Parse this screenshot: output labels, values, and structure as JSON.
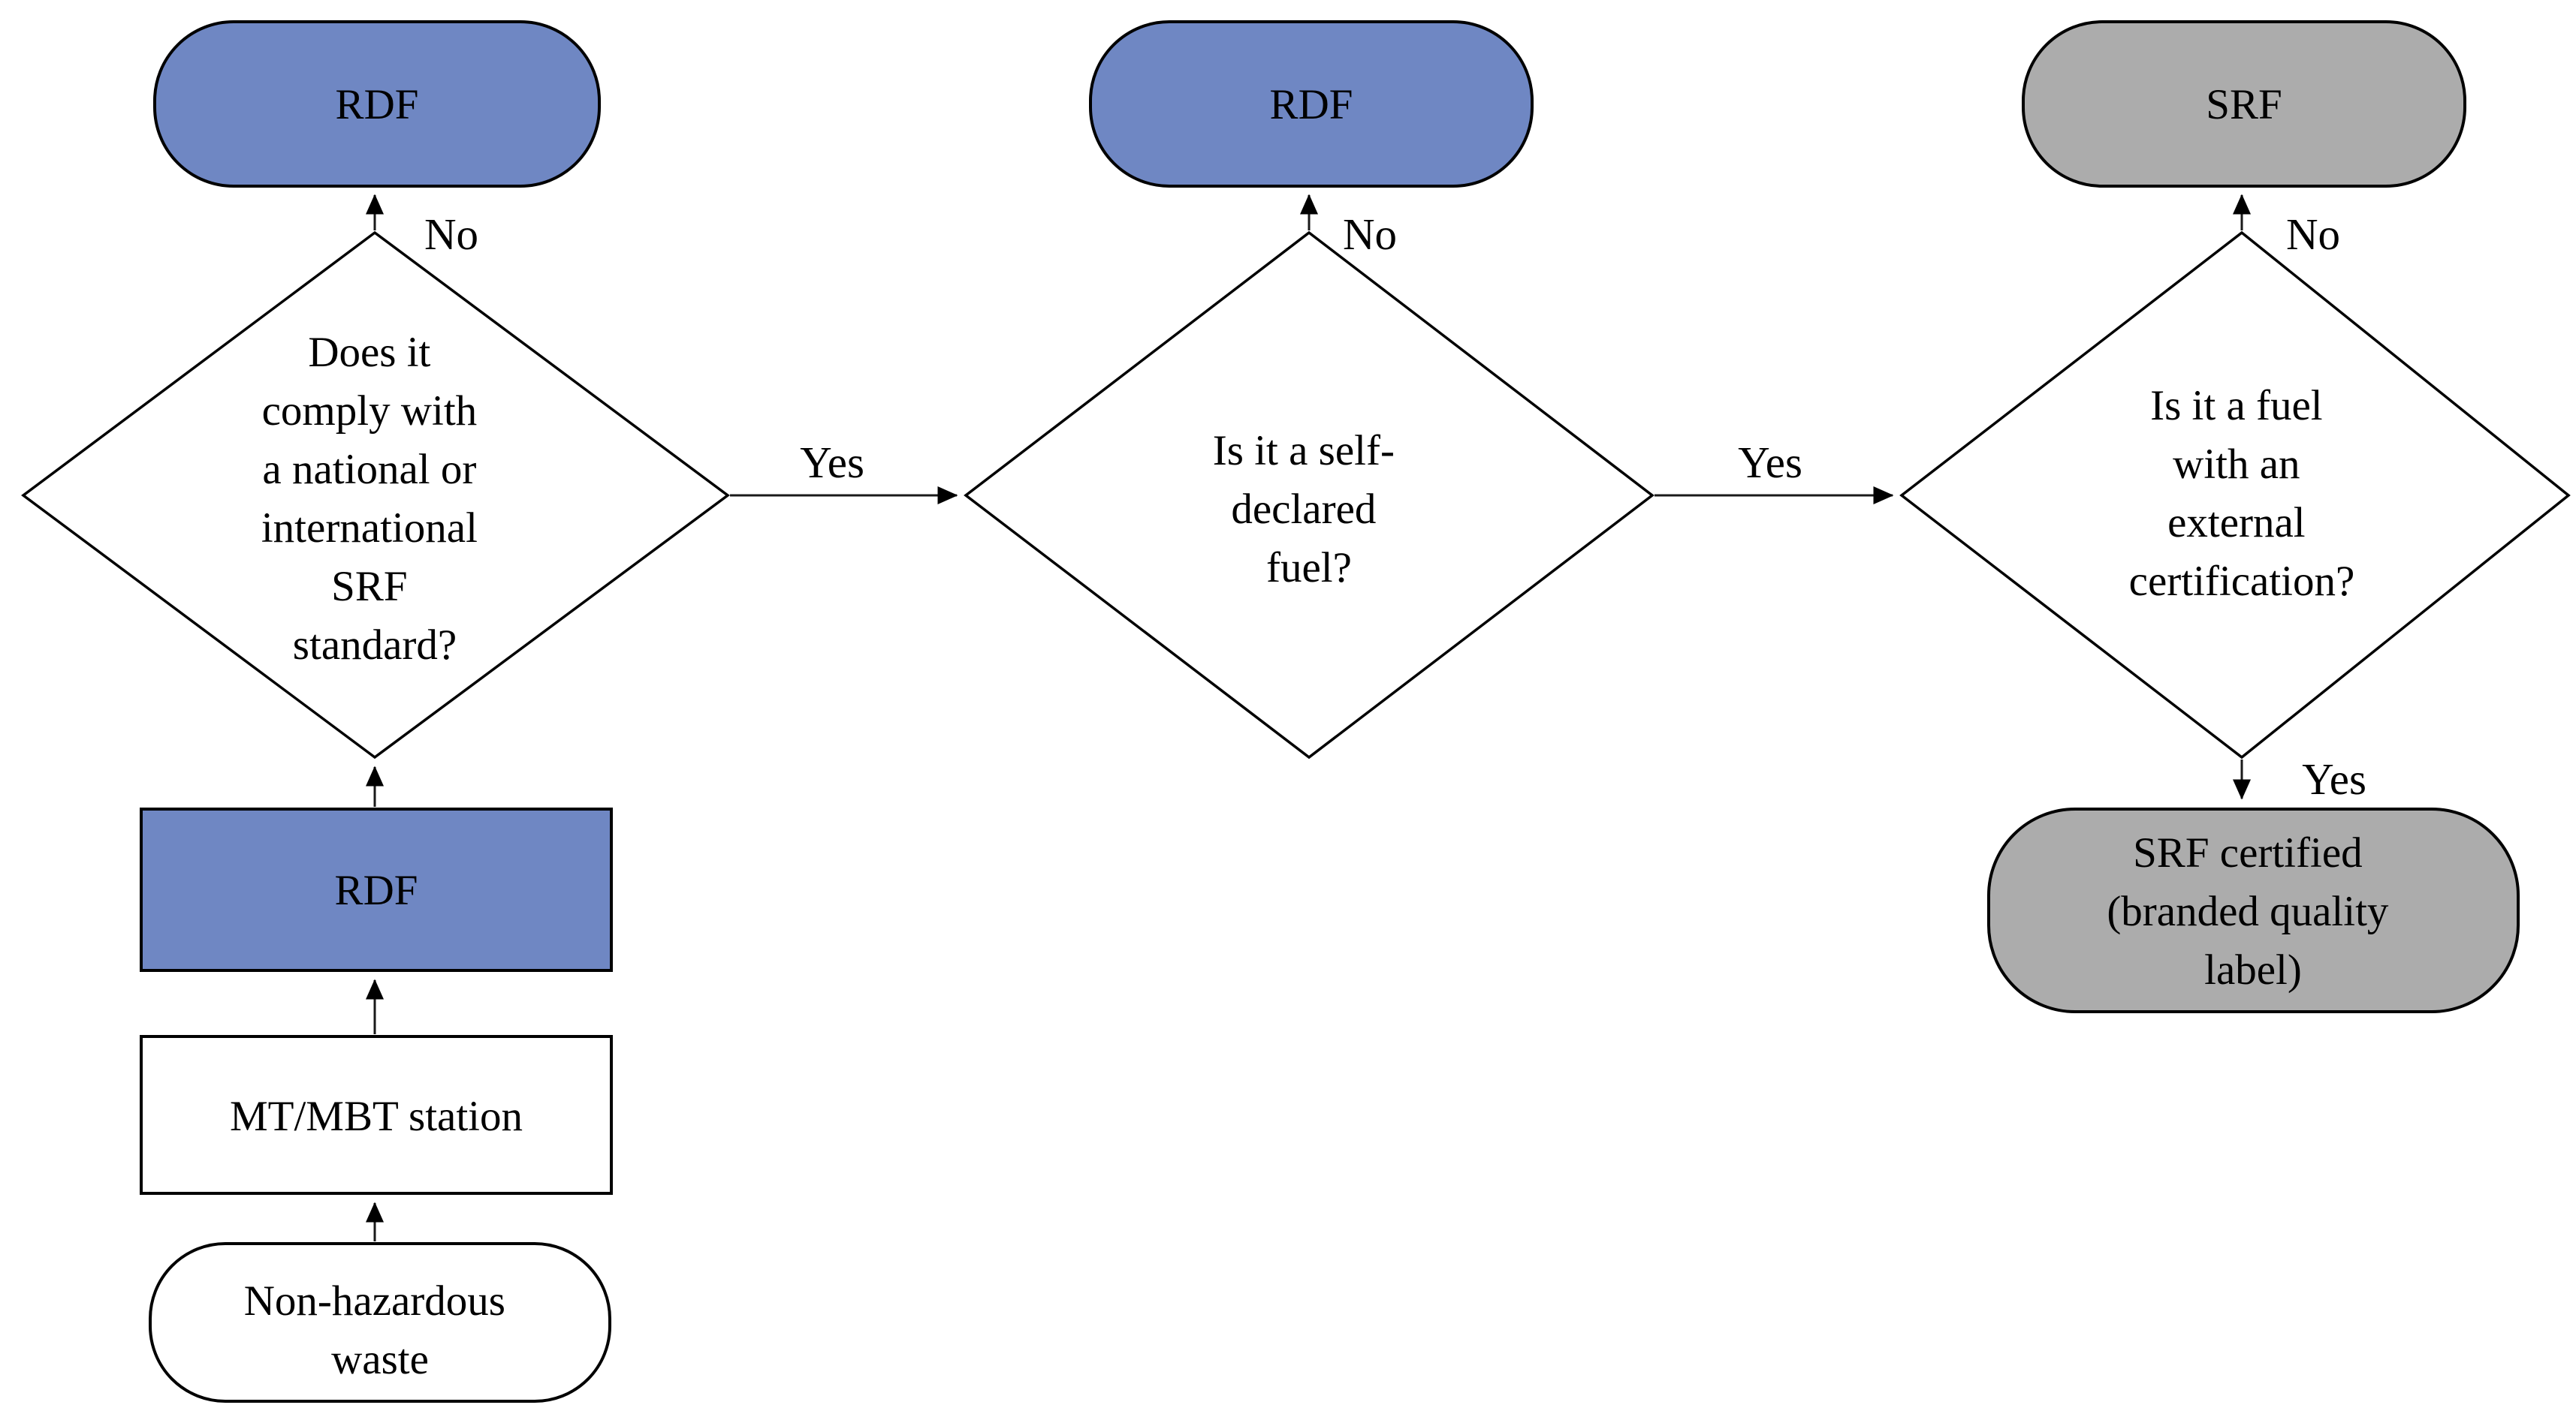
{
  "colors": {
    "blue": "#6f87c3",
    "gray": "#acacac",
    "white": "#ffffff",
    "line": "#000000"
  },
  "nodes": {
    "rdf_outcome_left": {
      "label": "RDF"
    },
    "rdf_outcome_mid": {
      "label": "RDF"
    },
    "srf_outcome": {
      "label": "SRF"
    },
    "diamond_standard": {
      "lines": [
        "Does it",
        "comply with",
        "a national or",
        "international",
        "SRF",
        "standard?"
      ]
    },
    "diamond_self_declared": {
      "lines": [
        "Is it a self-",
        "declared",
        "fuel?"
      ]
    },
    "diamond_certification": {
      "lines": [
        "Is it a fuel",
        "with an",
        "external",
        "certification?"
      ]
    },
    "rdf_product": {
      "label": "RDF"
    },
    "mt_mbt_station": {
      "label": "MT/MBT station"
    },
    "non_hazardous_waste": {
      "lines": [
        "Non-hazardous",
        "waste"
      ]
    },
    "srf_certified": {
      "lines": [
        "SRF certified",
        "(branded quality",
        "label)"
      ]
    }
  },
  "edges": {
    "no_standard": "No",
    "no_self_declared": "No",
    "no_certification": "No",
    "yes_standard": "Yes",
    "yes_self_declared": "Yes",
    "yes_certification": "Yes"
  }
}
